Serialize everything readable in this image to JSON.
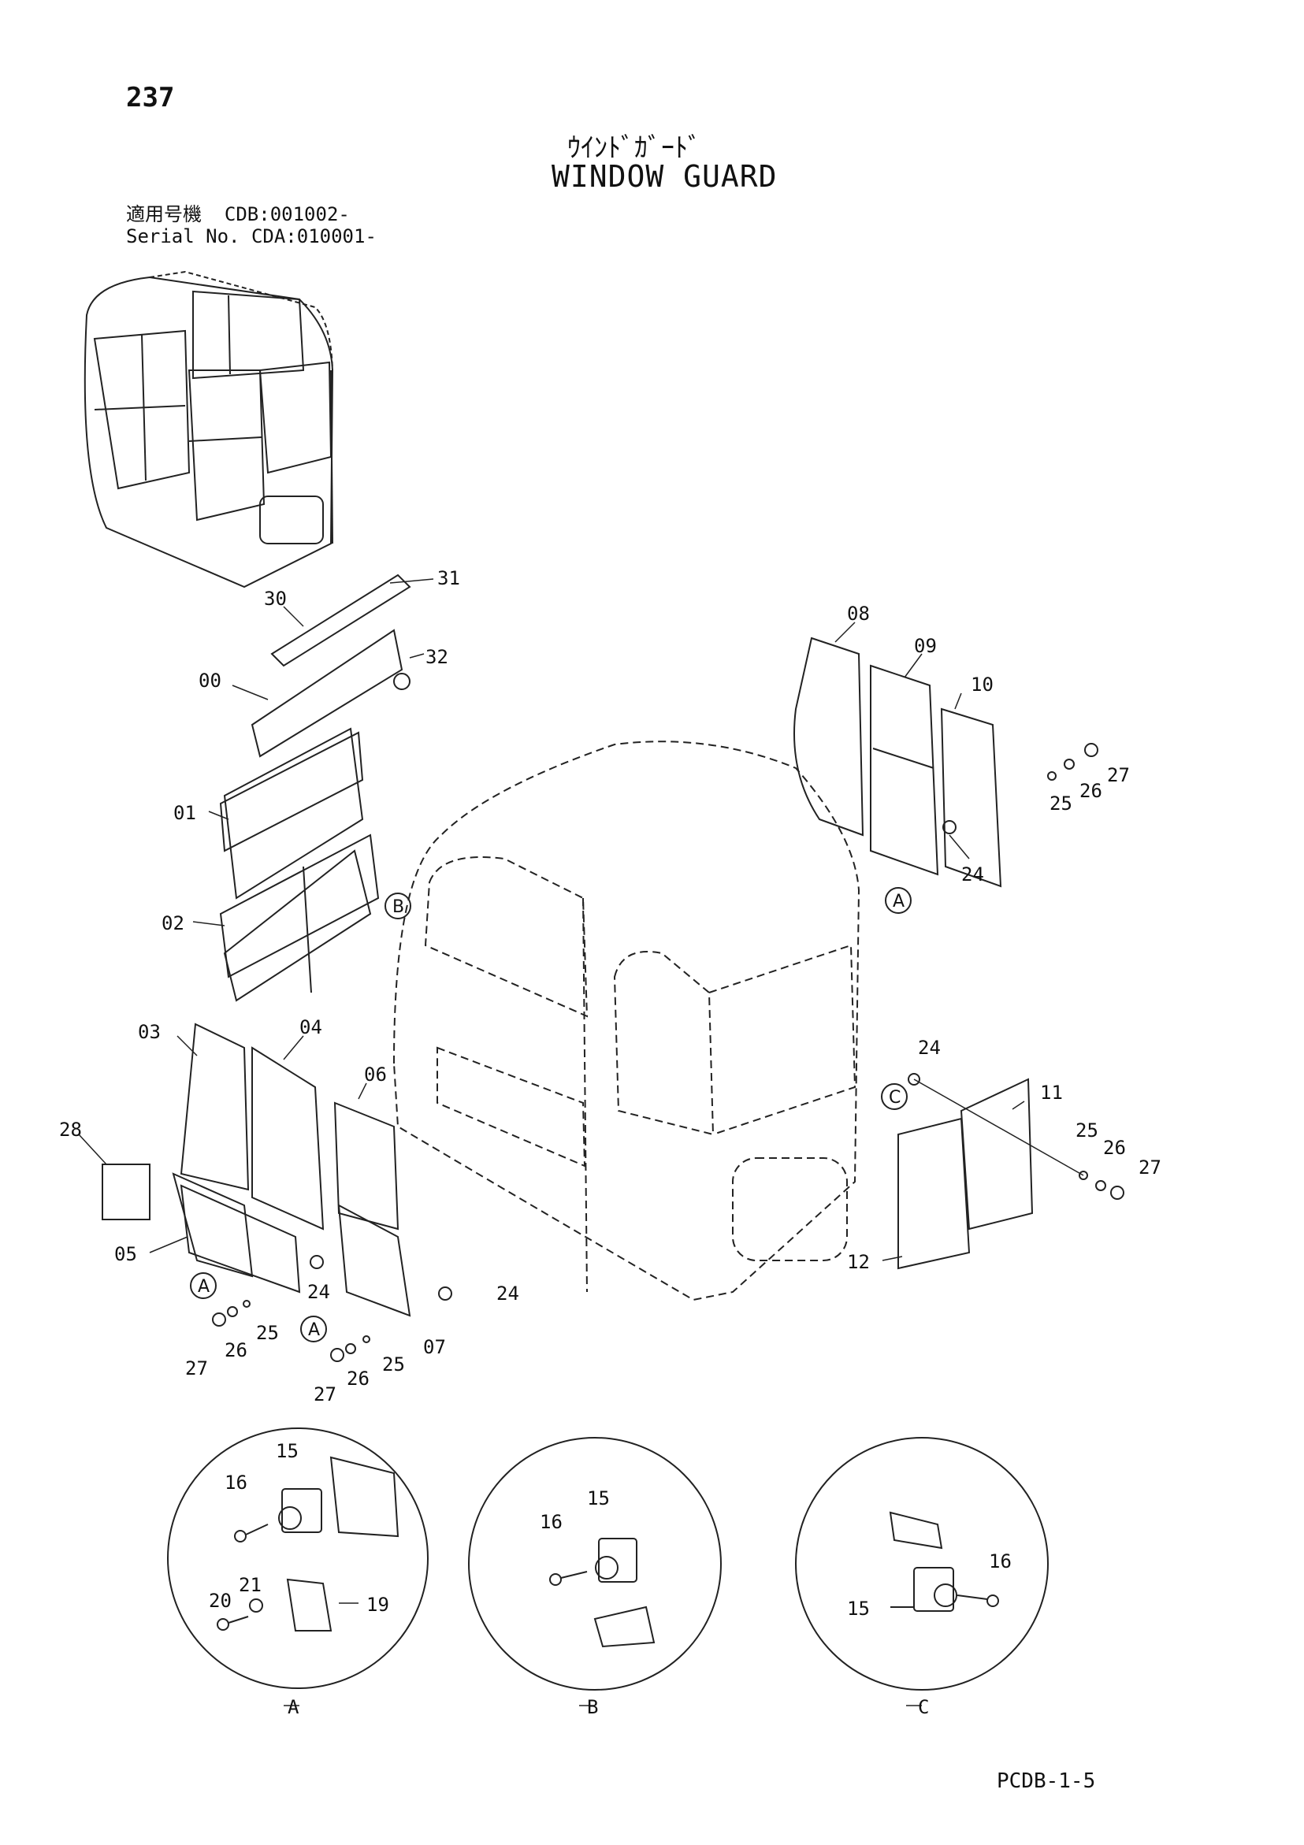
{
  "header": {
    "page_number": "237",
    "title_jp": "ｳｲﾝﾄﾞｶﾞｰﾄﾞ",
    "title_en": "WINDOW GUARD",
    "serial_jp_label": "適用号機",
    "serial_cdb": "CDB:001002-",
    "serial_label": "Serial No.",
    "serial_cda": "CDA:010001-"
  },
  "callouts": [
    "00",
    "01",
    "02",
    "03",
    "04",
    "05",
    "06",
    "07",
    "08",
    "09",
    "10",
    "11",
    "12",
    "15",
    "16",
    "19",
    "20",
    "21",
    "24",
    "25",
    "26",
    "27",
    "28",
    "30",
    "31",
    "32"
  ],
  "detail_views": [
    "A",
    "B",
    "C"
  ],
  "footer": {
    "code": "PCDB-1-5"
  }
}
